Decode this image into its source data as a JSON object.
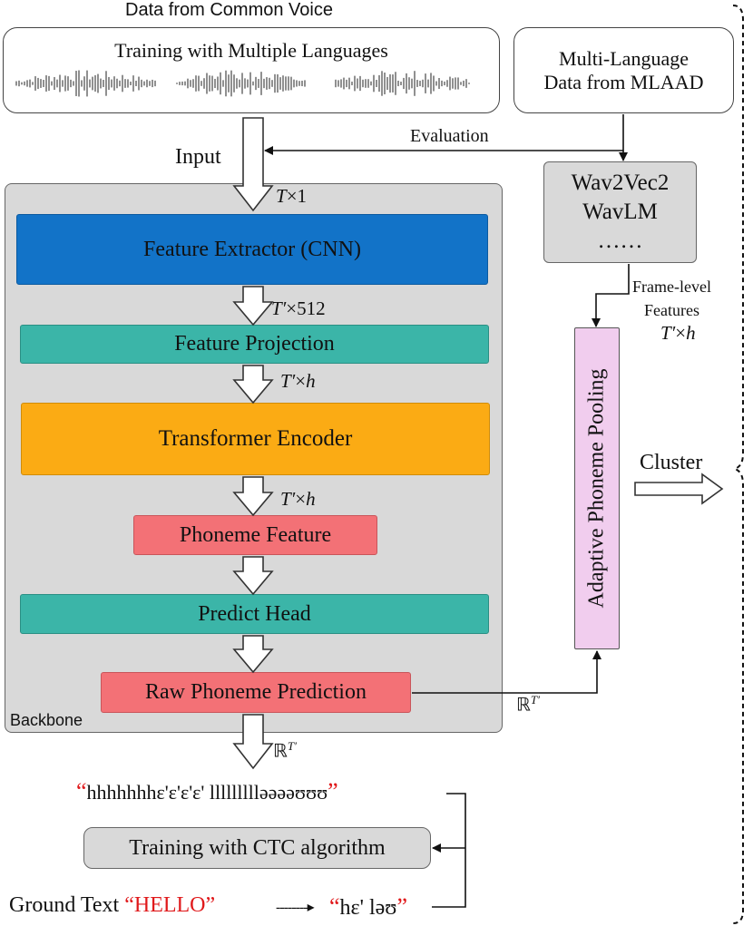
{
  "header": {
    "data_source": "Data from Common Voice",
    "training_multi": "Training with Multiple Languages",
    "mlaad": "Multi-Language\nData from MLAAD",
    "evaluation": "Evaluation",
    "input": "Input"
  },
  "backbone": {
    "label": "Backbone",
    "dim_input": "T×1",
    "feature_extractor": "Feature Extractor (CNN)",
    "dim_cnn": "T′×512",
    "feature_projection": "Feature Projection",
    "dim_proj": "T′×h",
    "transformer": "Transformer Encoder",
    "dim_trans": "T′×h",
    "phoneme_feature": "Phoneme Feature",
    "predict_head": "Predict Head",
    "raw_prediction": "Raw Phoneme Prediction",
    "dim_out": "ℝT′"
  },
  "ssl": {
    "models": [
      "Wav2Vec2",
      "WavLM",
      "……"
    ],
    "frame_level": "Frame-level\nFeatures",
    "dim": "T′×h",
    "pooling": "Adaptive Phoneme Pooling",
    "cluster": "Cluster",
    "dim_pred": "ℝT′"
  },
  "ctc": {
    "prediction_text": "hhhhhhhɛ'ɛ'ɛ'ɛ' llllllllləəəəʊʊʊ",
    "open_quote": "“",
    "close_quote": "”",
    "training": "Training with CTC algorithm",
    "ground_text_label": "Ground Text",
    "ground_word": "“HELLO”",
    "arrow": "--------▸",
    "phonemes": "hɛ' ləʊ",
    "red_color": "#e0191b"
  },
  "colors": {
    "blue": "#1273c8",
    "teal": "#3bb5a8",
    "orange": "#fbab14",
    "red": "#f37176",
    "pink": "#f1cdee",
    "gray": "#d9d9d9"
  }
}
